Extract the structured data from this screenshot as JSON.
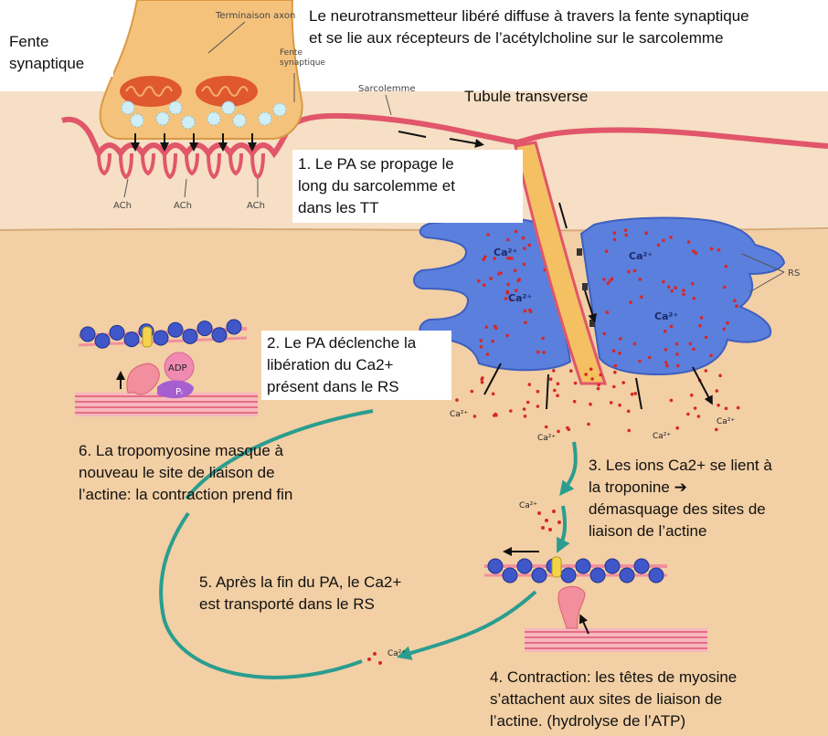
{
  "palette": {
    "muscle": "#f2cfa4",
    "ecm": "#f6dfc4",
    "membrane": "#e1566a",
    "reticulum": "#5b7fdc",
    "tubule": "#f4c062",
    "terminal": "#f5c27c",
    "arrow": "#2a9d8f",
    "actin": "#3f57c9",
    "troponin": "#f3d34c",
    "myosin": "#f28f9e"
  },
  "icons": [
    "mitochondrion-icon",
    "vesicle-icon",
    "ach-receptor-icon",
    "ca-ion-icon",
    "adp-icon",
    "pi-icon",
    "myosin-head-icon",
    "actin-filament-icon",
    "cycle-arrow-icon"
  ],
  "labels": {
    "axon_terminal": "Terminaison axon",
    "cleft_small": "Fente\nsynaptique",
    "sarcolemma": "Sarcolemme",
    "ach": "ACh",
    "rs": "RS",
    "ca": "Ca²⁺",
    "adp": "ADP",
    "pi": "Pᵢ"
  },
  "texts": {
    "fente": "Fente\nsynaptique",
    "intro": "Le neurotransmetteur libéré diffuse à travers la fente synaptique\net se lie aux récepteurs de l’acétylcholine sur le sarcolemme",
    "tubule": "Tubule transverse",
    "step1": "1. Le PA se propage le\nlong du sarcolemme et\ndans les TT",
    "step2": "2. Le PA déclenche la\nlibération du Ca2+\nprésent dans le RS",
    "step3": "3. Les ions Ca2+ se lient à\nla troponine ➔\ndémasquage des sites de\nliaison de l’actine",
    "step4": "4. Contraction: les têtes de myosine\ns’attachent aux sites de liaison de\nl’actine. (hydrolyse de l’ATP)",
    "step5": "5. Après la fin du PA, le Ca2+\nest transporté dans le RS",
    "step6": "6. La tropomyosine masque à\nnouveau le site de liaison de\nl’actine: la contraction prend fin"
  }
}
